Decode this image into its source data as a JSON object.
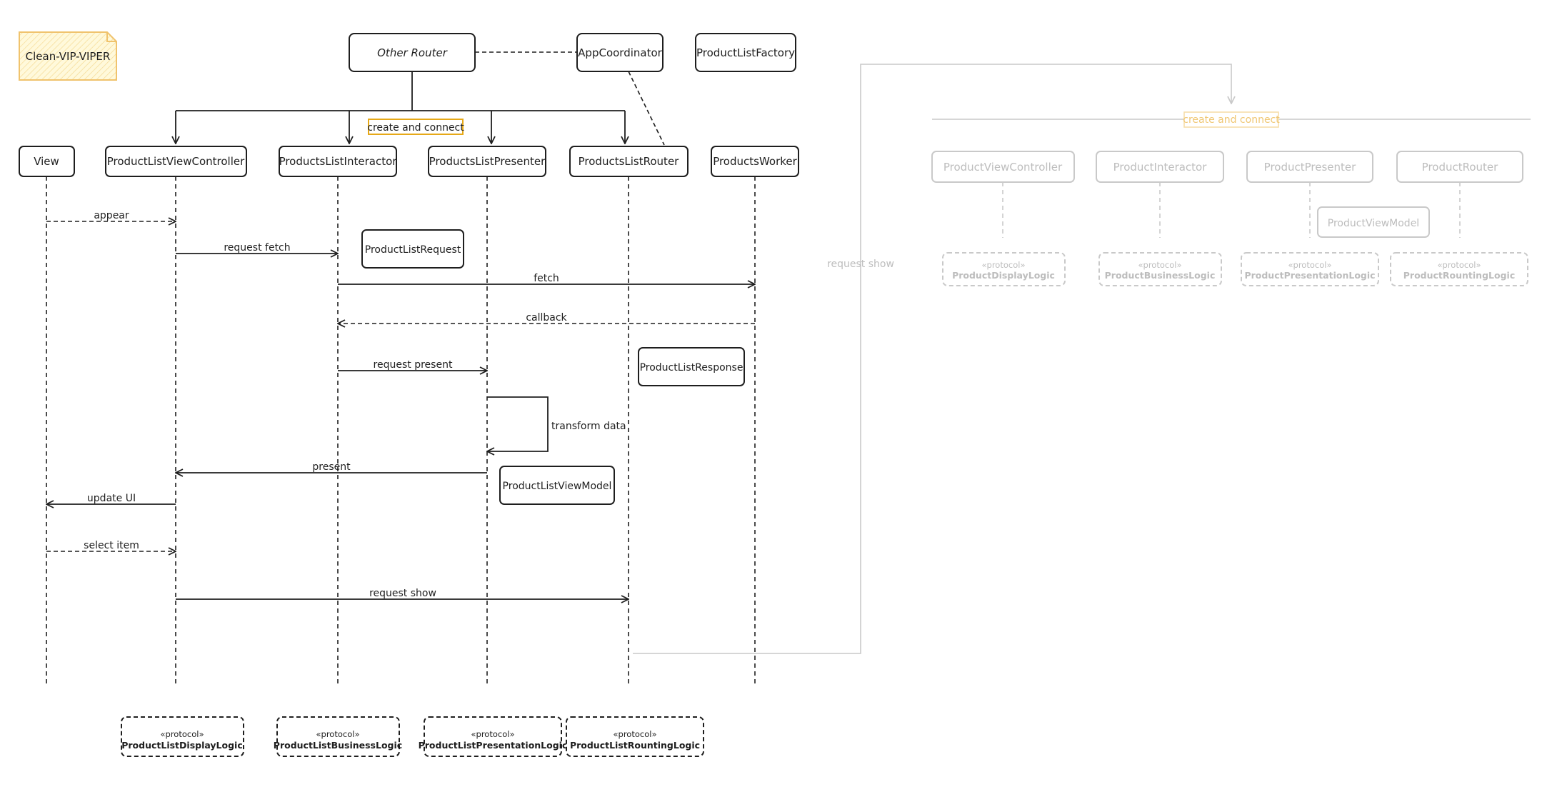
{
  "note": {
    "label": "Clean-VIP-VIPER"
  },
  "top_boxes": {
    "other_router": "Other Router",
    "app_coordinator": "AppCoordinator",
    "product_list_factory": "ProductListFactory"
  },
  "create_and_connect": "create and connect",
  "participants": [
    {
      "id": "view",
      "label": "View"
    },
    {
      "id": "vc",
      "label": "ProductListViewController"
    },
    {
      "id": "interactor",
      "label": "ProductsListInteractor"
    },
    {
      "id": "presenter",
      "label": "ProductsListPresenter"
    },
    {
      "id": "router",
      "label": "ProductsListRouter"
    },
    {
      "id": "worker",
      "label": "ProductsWorker"
    }
  ],
  "messages": [
    {
      "label": "appear"
    },
    {
      "label": "request fetch"
    },
    {
      "label": "fetch"
    },
    {
      "label": "callback"
    },
    {
      "label": "request present"
    },
    {
      "label": "transform data"
    },
    {
      "label": "present"
    },
    {
      "label": "update UI"
    },
    {
      "label": "select item"
    },
    {
      "label": "request show"
    }
  ],
  "models": {
    "request": "ProductListRequest",
    "response": "ProductListResponse",
    "view_model": "ProductListViewModel"
  },
  "protocols": [
    {
      "stereotype": "«protocol»",
      "name": "ProductListDisplayLogic"
    },
    {
      "stereotype": "«protocol»",
      "name": "ProductListBusinessLogic"
    },
    {
      "stereotype": "«protocol»",
      "name": "ProductListPresentationLogic"
    },
    {
      "stereotype": "«protocol»",
      "name": "ProductListRountingLogic"
    }
  ],
  "target_module": {
    "request_show_label": "request show",
    "create_and_connect": "create and connect",
    "components": [
      {
        "label": "ProductViewController"
      },
      {
        "label": "ProductInteractor"
      },
      {
        "label": "ProductPresenter"
      },
      {
        "label": "ProductRouter"
      }
    ],
    "view_model": "ProductViewModel",
    "protocols": [
      {
        "stereotype": "«protocol»",
        "name": "ProductDisplayLogic"
      },
      {
        "stereotype": "«protocol»",
        "name": "ProductBusinessLogic"
      },
      {
        "stereotype": "«protocol»",
        "name": "ProductPresentationLogic"
      },
      {
        "stereotype": "«protocol»",
        "name": "ProductRountingLogic"
      }
    ]
  },
  "colors": {
    "ink": "#1e1e1e",
    "note_fill": "#fff9db",
    "note_stroke": "#f0c36d",
    "highlight_stroke": "#e6a817",
    "faded": "#c9c9c9"
  }
}
